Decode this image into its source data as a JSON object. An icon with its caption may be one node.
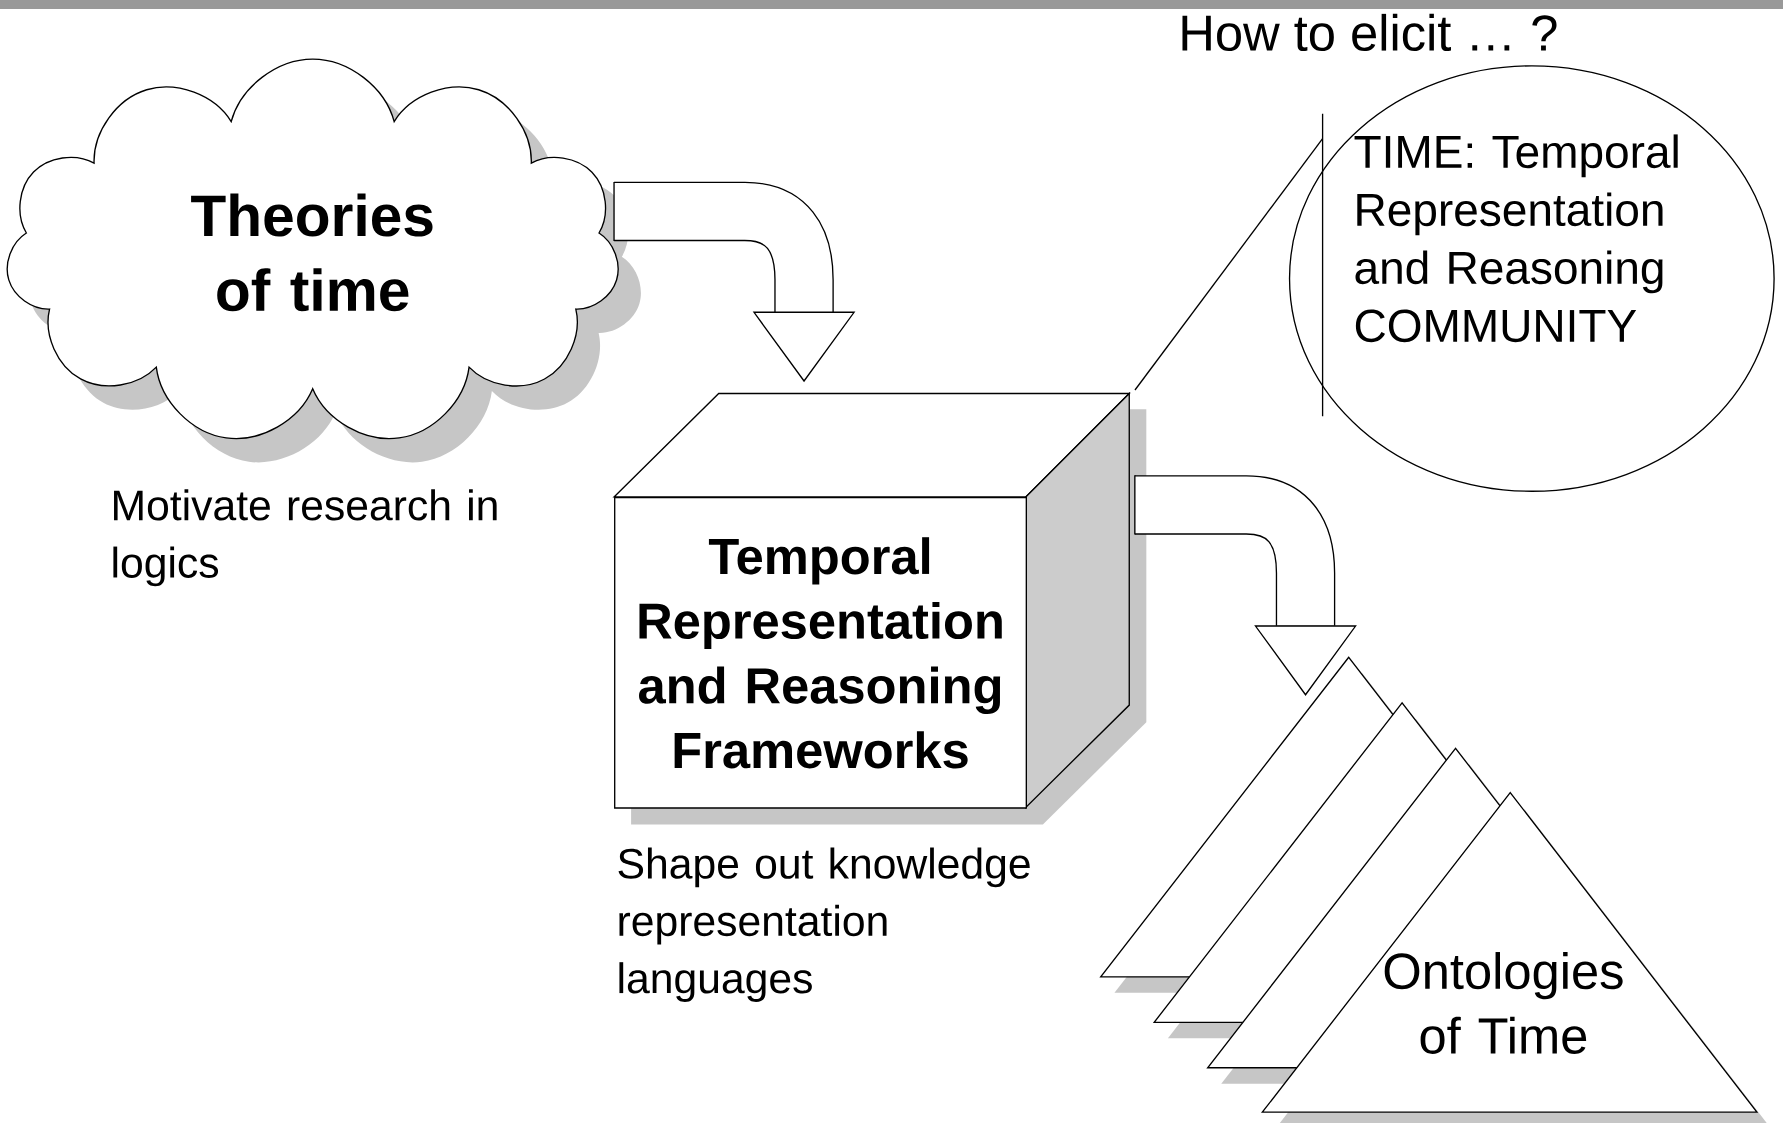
{
  "diagram": {
    "title": "How to elicit … ?",
    "nodes": [
      {
        "text": [
          "Theories of time"
        ],
        "beside": [
          "Motivate research in logics"
        ]
      },
      {
        "text": [
          "Temporal Representation and Reasoning Frameworks"
        ],
        "beside": [
          "Shape out knowledge representation languages"
        ]
      },
      {
        "text": [
          "TIME: Temporal Representation and Reasoning COMMUNITY"
        ]
      },
      {
        "text": [
          "Ontologies of Time"
        ]
      }
    ],
    "edges": [
      {
        "from": 0,
        "to": 1,
        "arrow": "to"
      },
      {
        "from": 2,
        "to": 1,
        "arrow": "none"
      },
      {
        "from": 1,
        "to": 3,
        "arrow": "to"
      }
    ]
  }
}
